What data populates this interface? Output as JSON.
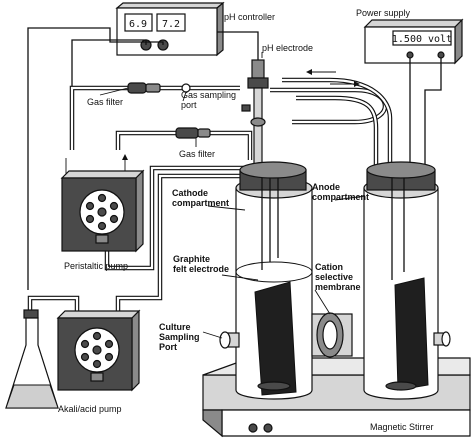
{
  "ph_controller": {
    "label": "pH controller",
    "display_left": "6.9",
    "display_right": "7.2"
  },
  "power_supply": {
    "label": "Power supply",
    "display": "1.500 volt"
  },
  "labels": {
    "ph_electrode": "pH electrode",
    "gas_filter_1": "Gas filter",
    "gas_sampling_port_1": "Gas sampling",
    "gas_sampling_port_2": "port",
    "gas_filter_2": "Gas filter",
    "cathode_compartment_1": "Cathode",
    "cathode_compartment_2": "compartment",
    "anode_compartment_1": "Anode",
    "anode_compartment_2": "compartment",
    "graphite_felt_1": "Graphite",
    "graphite_felt_2": "felt electrode",
    "cation_membrane_1": "Cation",
    "cation_membrane_2": "selective",
    "cation_membrane_3": "membrane",
    "culture_port_1": "Culture",
    "culture_port_2": "Sampling",
    "culture_port_3": "Port",
    "peristaltic_pump": "Peristaltic pump",
    "akali_acid_pump": "Akali/acid pump",
    "magnetic_stirrer": "Magnetic Stirrer"
  }
}
